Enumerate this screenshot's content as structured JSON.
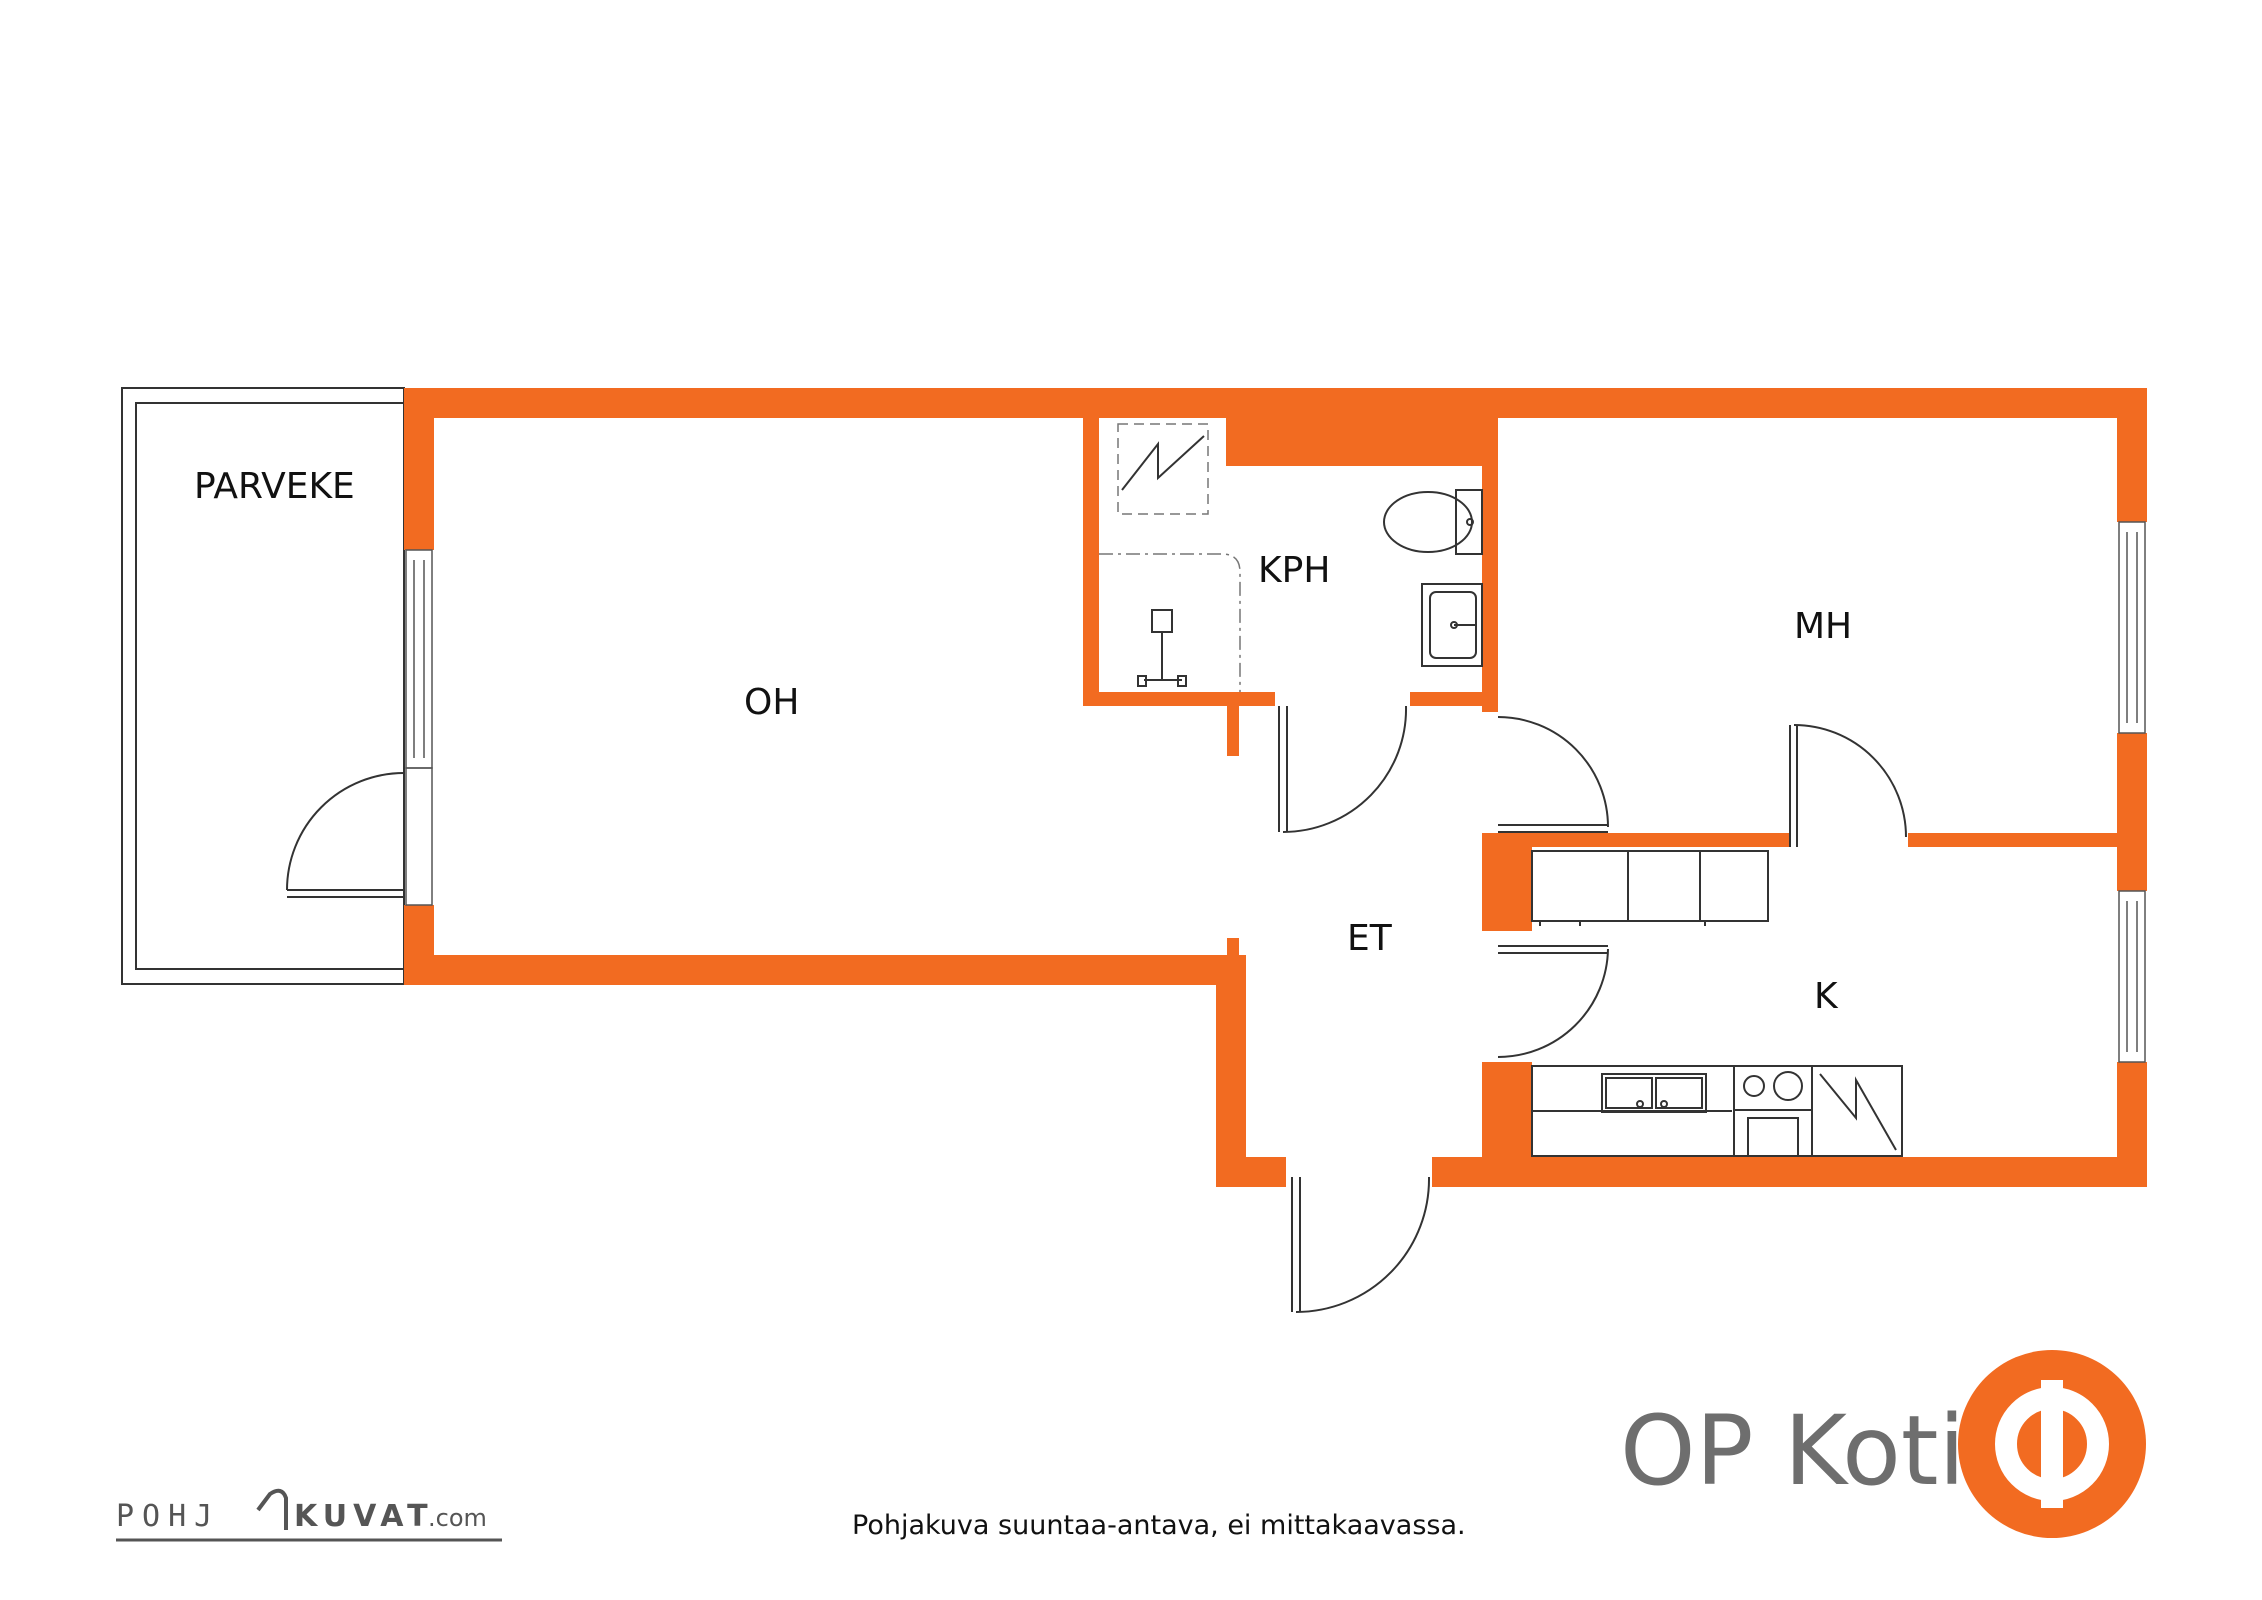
{
  "rooms": {
    "parveke": "PARVEKE",
    "oh": "OH",
    "kph": "KPH",
    "mh": "MH",
    "et": "ET",
    "k": "K"
  },
  "brand": {
    "name": "OP Koti",
    "logo_color": "#f26b21"
  },
  "disclaimer": "Pohjakuva suuntaa-antava, ei mittakaavassa.",
  "watermark": {
    "left": "POHJ",
    "right": "KUVAT",
    "suffix": ".com"
  },
  "colors": {
    "wall": "#f26b21",
    "line": "#333333",
    "text": "#111111",
    "brand_text": "#6e6e6e"
  }
}
